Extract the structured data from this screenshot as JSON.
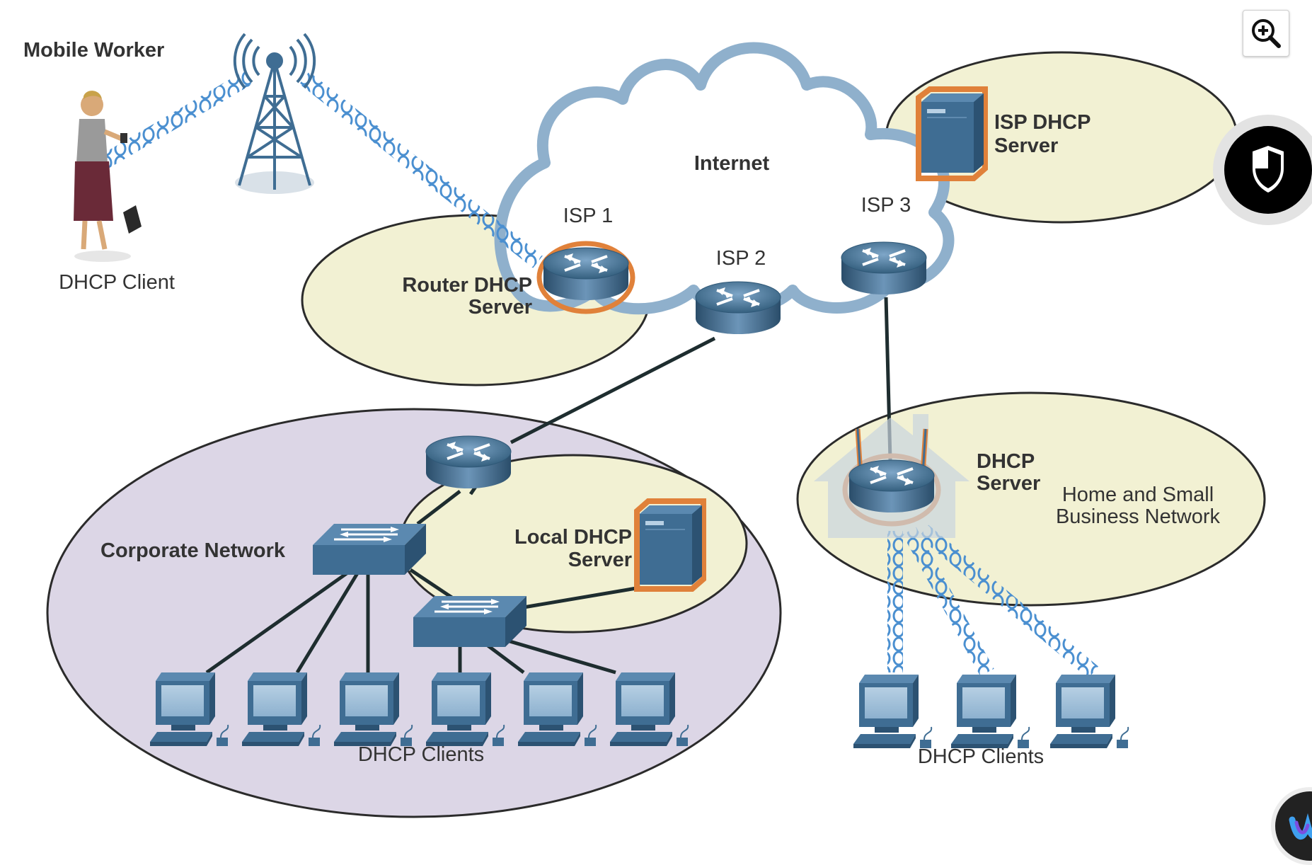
{
  "labels": {
    "mobile_worker": "Mobile Worker",
    "dhcp_client": "DHCP Client",
    "internet": "Internet",
    "isp1": "ISP 1",
    "isp2": "ISP 2",
    "isp3": "ISP 3",
    "isp_dhcp_server_l1": "ISP DHCP",
    "isp_dhcp_server_l2": "Server",
    "router_dhcp_server_l1": "Router DHCP",
    "router_dhcp_server_l2": "Server",
    "corporate_network": "Corporate Network",
    "local_dhcp_server_l1": "Local DHCP",
    "local_dhcp_server_l2": "Server",
    "corporate_dhcp_clients": "DHCP Clients",
    "home_dhcp_server_l1": "DHCP",
    "home_dhcp_server_l2": "Server",
    "home_network_l1": "Home and Small",
    "home_network_l2": "Business Network",
    "home_dhcp_clients": "DHCP Clients"
  },
  "icons": {
    "zoom": "zoom-in-icon",
    "shield": "shield-icon",
    "webex": "webex-icon"
  },
  "colors": {
    "device_blue": "#3f6d93",
    "server_highlight": "#e0813a",
    "zone_yellow": "#f2f1d3",
    "zone_purple": "#dcd6e6",
    "wireless_blue": "#4a8fd0",
    "cloud_stroke": "#8fb0cc"
  }
}
